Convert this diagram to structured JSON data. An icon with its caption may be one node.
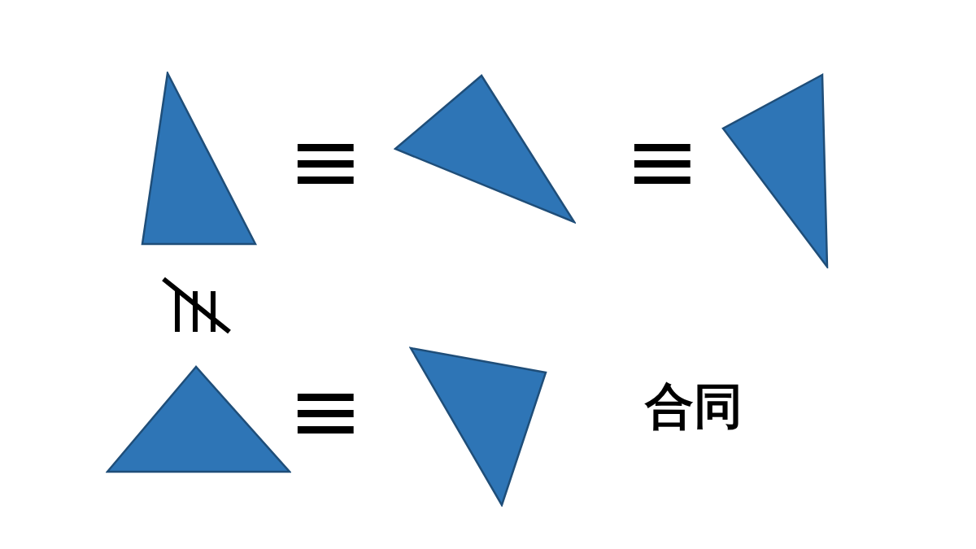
{
  "diagram": {
    "nodes": [
      {
        "text": [],
        "shape": "triangle"
      },
      {
        "text": [],
        "shape": "triangle"
      },
      {
        "text": [],
        "shape": "triangle"
      },
      {
        "text": [],
        "shape": "triangle"
      },
      {
        "text": [],
        "shape": "triangle"
      }
    ],
    "labels": [
      "≡",
      "≡",
      "≡",
      "合同"
    ]
  }
}
